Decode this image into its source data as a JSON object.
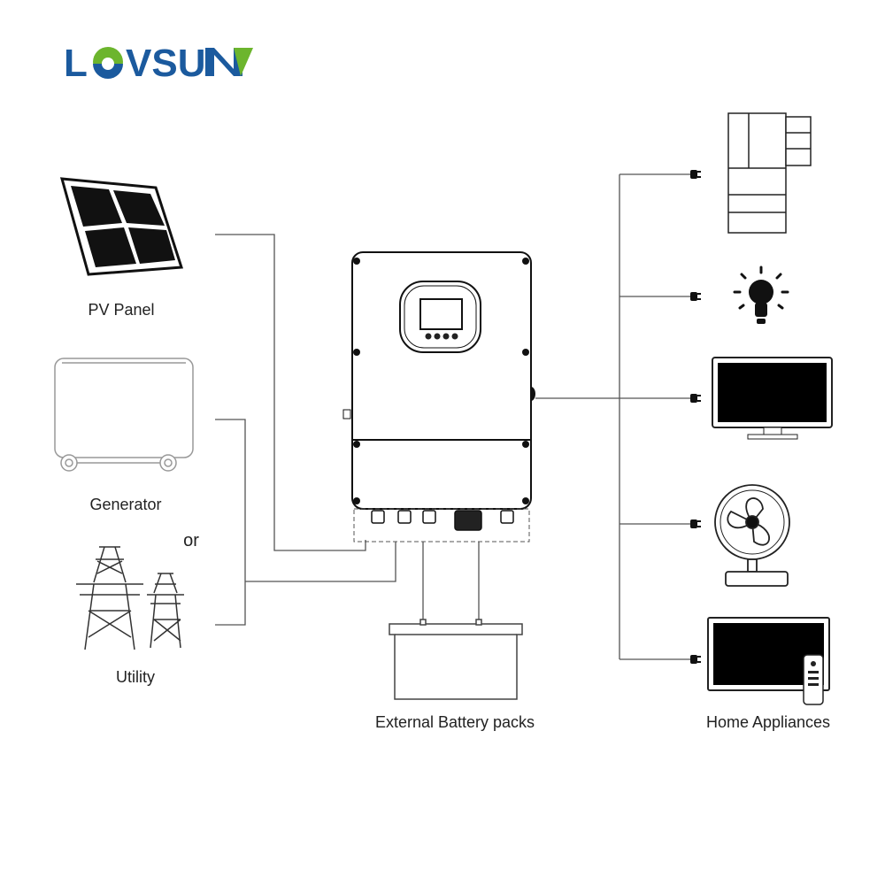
{
  "logo": {
    "text": "LOVSUN",
    "colors": {
      "blue": "#1b5a9e",
      "green": "#6cb52d"
    }
  },
  "labels": {
    "pv_panel": "PV Panel",
    "generator": "Generator",
    "or": "or",
    "utility": "Utility",
    "battery": "External Battery packs",
    "home_appliances": "Home Appliances"
  },
  "appliances": [
    "refrigerator",
    "light-bulb",
    "monitor",
    "fan",
    "television"
  ],
  "colors": {
    "line": "#555555",
    "ink": "#111111"
  }
}
